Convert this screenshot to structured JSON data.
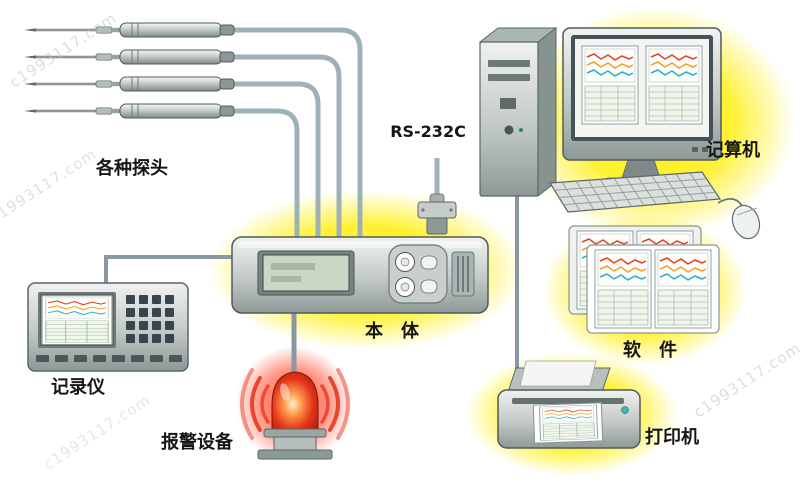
{
  "diagram": {
    "labels": {
      "probes": "各种探头",
      "rs232c": "RS-232C",
      "main_unit": "本　体",
      "computer": "记算机",
      "software": "软　件",
      "printer": "打印机",
      "recorder": "记录仪",
      "alarm": "报警设备"
    },
    "watermark": "c1993117.com",
    "colors": {
      "highlight_glow": "#ffee00",
      "alarm_glow": "#ff3010",
      "connection_line": "#8798a0",
      "trace_red": "#e04228",
      "trace_orange": "#f0a228",
      "trace_cyan": "#2ab0c4"
    }
  }
}
